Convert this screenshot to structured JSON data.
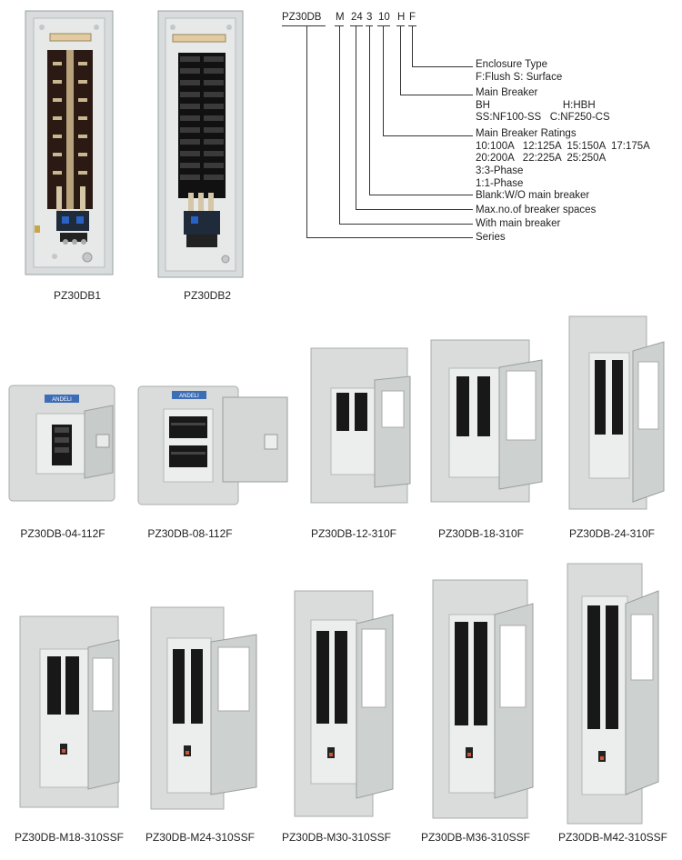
{
  "top_panels": [
    {
      "caption": "PZ30DB1"
    },
    {
      "caption": "PZ30DB2"
    }
  ],
  "model_code": {
    "segments": [
      "PZ30DB",
      "M",
      "24",
      "3",
      "10",
      "H",
      "F"
    ]
  },
  "legend": [
    {
      "lines": [
        "Enclosure Type",
        "F:Flush  S: Surface"
      ]
    },
    {
      "lines": [
        "Main Breaker",
        "BH                         H:HBH",
        "SS:NF100-SS   C:NF250-CS"
      ]
    },
    {
      "lines": [
        "Main Breaker Ratings",
        "10:100A   12:125A  15:150A  17:175A",
        "20:200A   22:225A  25:250A"
      ]
    },
    {
      "lines": [
        "3:3-Phase",
        "1:1-Phase"
      ]
    },
    {
      "lines": [
        "Blank:W/O main breaker"
      ]
    },
    {
      "lines": [
        "Max.no.of breaker spaces"
      ]
    },
    {
      "lines": [
        "With main breaker"
      ]
    },
    {
      "lines": [
        "Series"
      ]
    }
  ],
  "brand": "ANDELI",
  "row2": [
    {
      "caption": "PZ30DB-04-112F"
    },
    {
      "caption": "PZ30DB-08-112F"
    },
    {
      "caption": "PZ30DB-12-310F"
    },
    {
      "caption": "PZ30DB-18-310F"
    },
    {
      "caption": "PZ30DB-24-310F"
    }
  ],
  "row3": [
    {
      "caption": "PZ30DB-M18-310SSF"
    },
    {
      "caption": "PZ30DB-M24-310SSF"
    },
    {
      "caption": "PZ30DB-M30-310SSF"
    },
    {
      "caption": "PZ30DB-M36-310SSF"
    },
    {
      "caption": "PZ30DB-M42-310SSF"
    }
  ]
}
